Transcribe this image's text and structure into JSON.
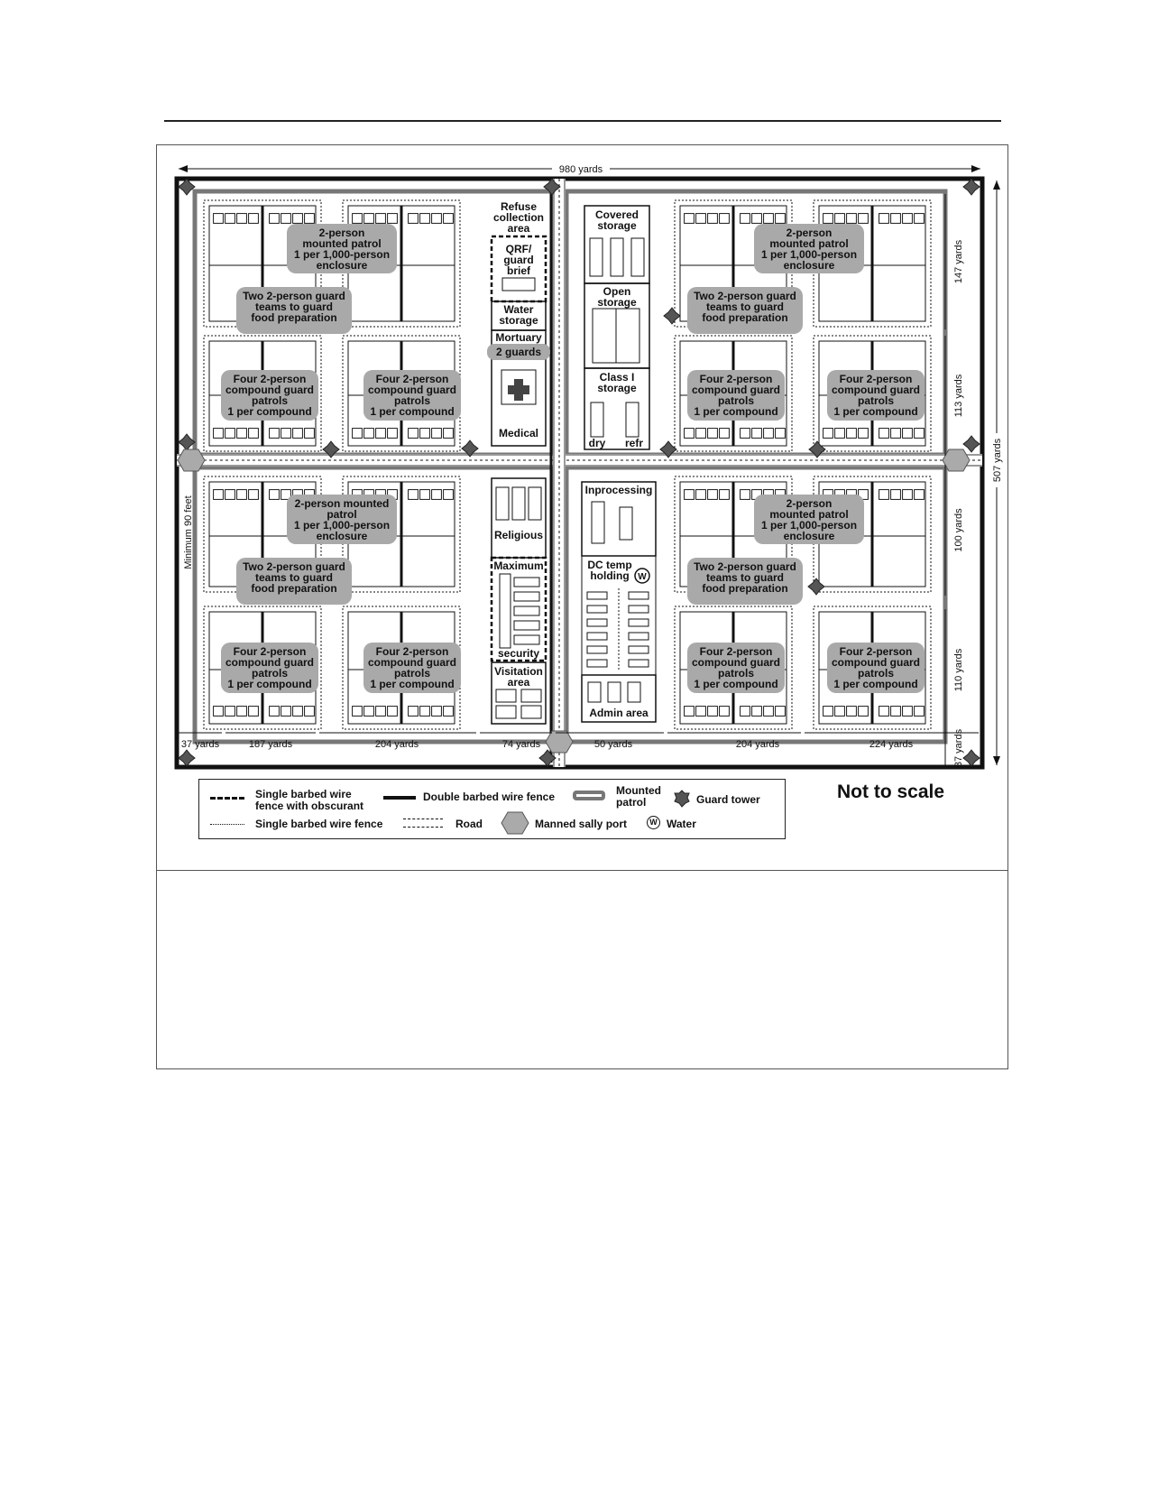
{
  "dimensions": {
    "total_width": "980 yards",
    "total_height": "507 yards",
    "min_setback": "Minimum 90 feet",
    "right_segments": [
      "147 yards",
      "113 yards",
      "100 yards",
      "110 yards",
      "37 yards"
    ],
    "bottom_segments": [
      "37 yards",
      "187 yards",
      "204 yards",
      "74 yards",
      "50 yards",
      "204 yards",
      "224 yards"
    ]
  },
  "labels": {
    "patrol_mounted": [
      "2-person",
      "mounted patrol",
      "1 per 1,000-person",
      "enclosure"
    ],
    "patrol_mounted_alt": [
      "2-person mounted",
      "patrol",
      "1 per 1,000-person",
      "enclosure"
    ],
    "food_guard": [
      "Two 2-person guard",
      "teams to guard",
      "food preparation"
    ],
    "compound_guard": [
      "Four 2-person",
      "compound guard",
      "patrols",
      "1 per compound"
    ],
    "refuse": [
      "Refuse",
      "collection",
      "area"
    ],
    "qrf": [
      "QRF/",
      "guard",
      "brief"
    ],
    "water_storage": [
      "Water",
      "storage"
    ],
    "mortuary": "Mortuary",
    "mortuary_guards": "2 guards",
    "medical": "Medical",
    "covered_storage": [
      "Covered",
      "storage"
    ],
    "open_storage": [
      "Open",
      "storage"
    ],
    "class_i": [
      "Class I",
      "storage"
    ],
    "dry": "dry",
    "refr": "refr",
    "religious": "Religious",
    "maximum": "Maximum",
    "security": "security",
    "visitation": [
      "Visitation",
      "area"
    ],
    "inprocessing": "Inprocessing",
    "dc_temp": [
      "DC temp",
      "holding"
    ],
    "water_symbol": "W",
    "admin": "Admin area"
  },
  "legend": {
    "single_obscurant": [
      "Single barbed wire",
      "fence with obscurant"
    ],
    "double_fence": "Double barbed wire fence",
    "mounted_patrol": [
      "Mounted",
      "patrol"
    ],
    "guard_tower": "Guard tower",
    "single_fence": "Single barbed wire fence",
    "road": "Road",
    "sally_port": "Manned sally port",
    "water_symbol": "W",
    "water": "Water"
  },
  "not_to_scale": "Not to scale"
}
